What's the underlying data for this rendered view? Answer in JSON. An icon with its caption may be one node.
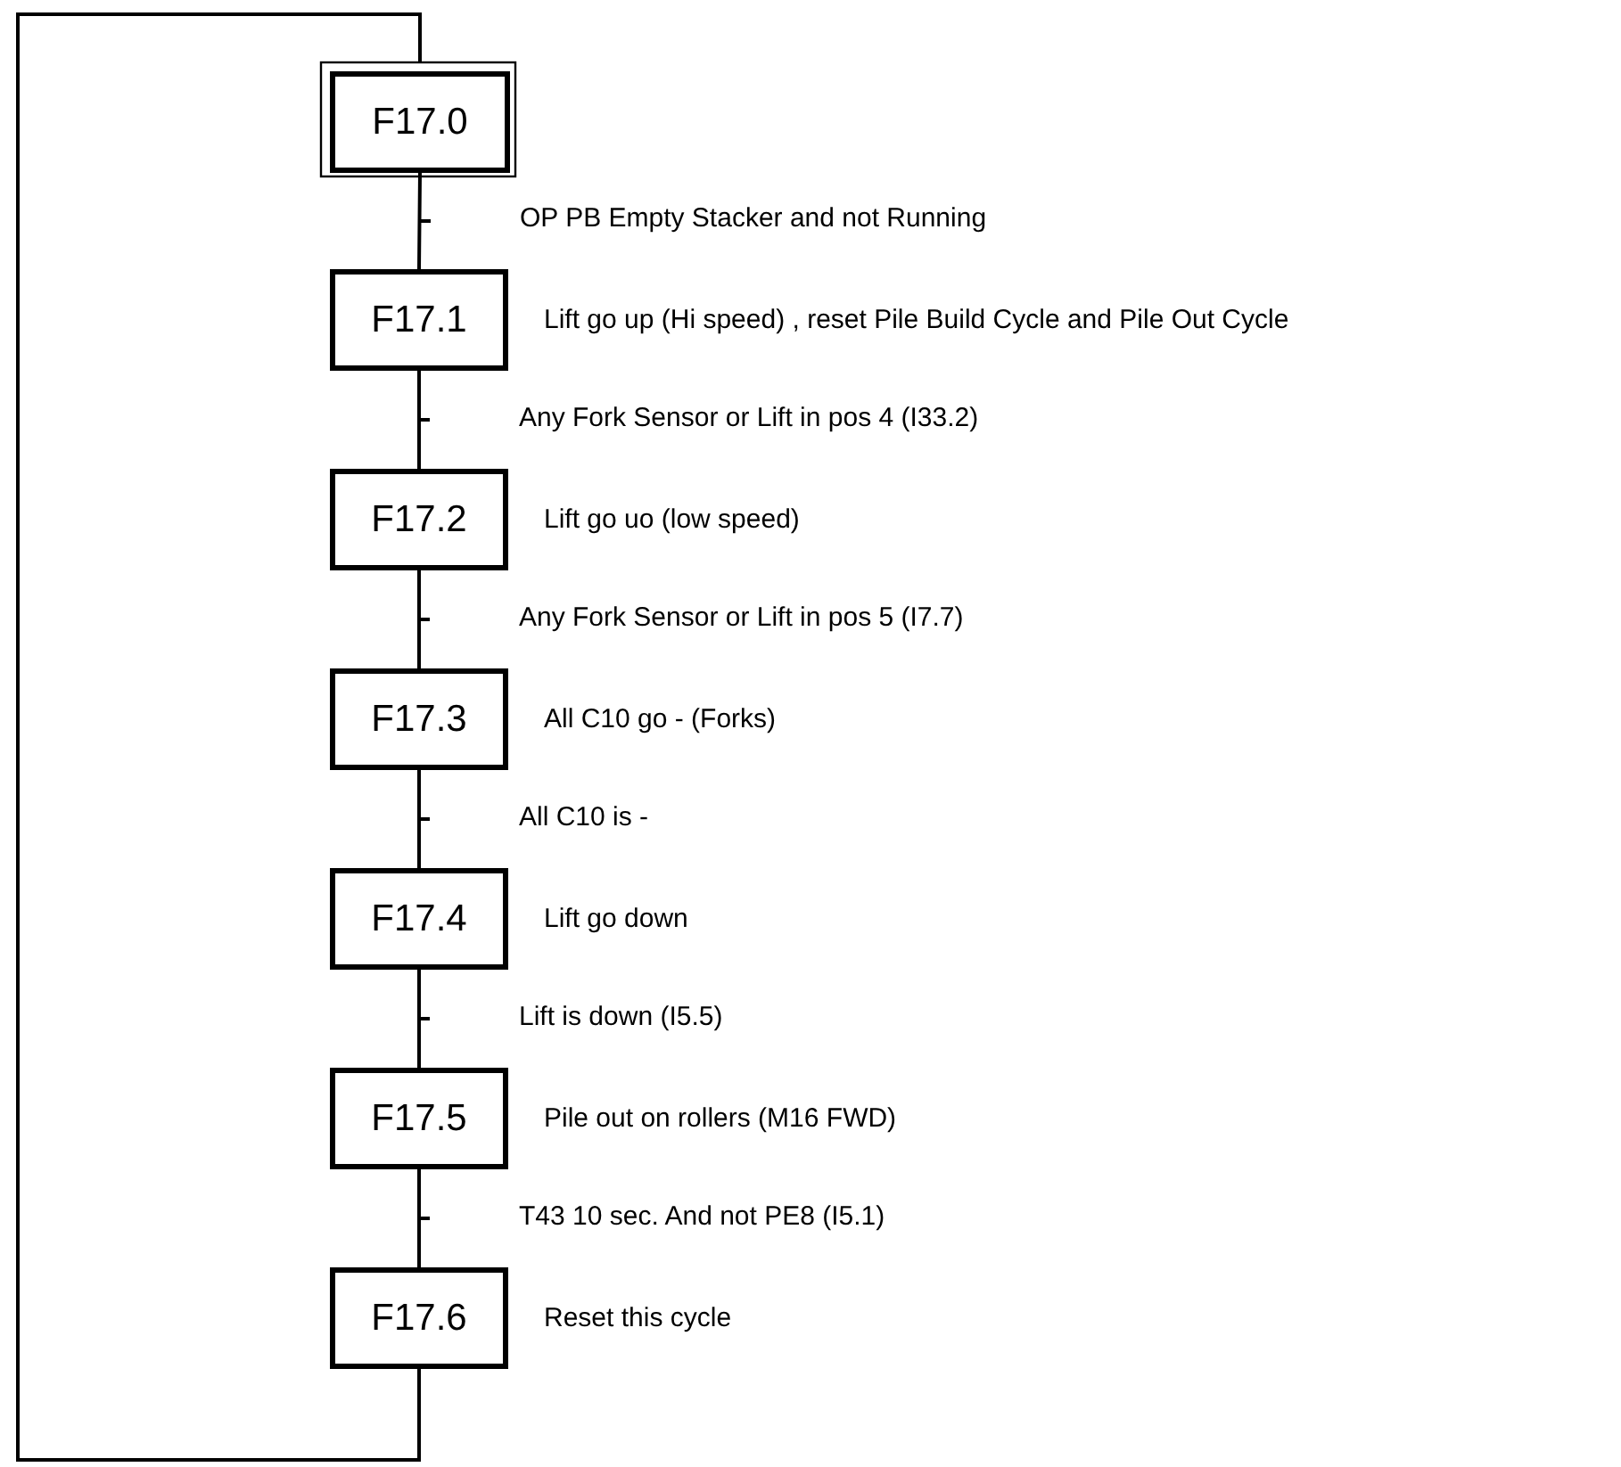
{
  "diagram": {
    "nodes": [
      {
        "text": [
          "F17.0"
        ]
      },
      {
        "text": [
          "F17.1"
        ],
        "beside": [
          "Lift go up (Hi speed) , reset Pile Build Cycle and Pile Out Cycle"
        ]
      },
      {
        "text": [
          "F17.2"
        ],
        "beside": [
          "Lift go uo (low speed)"
        ]
      },
      {
        "text": [
          "F17.3"
        ],
        "beside": [
          "All C10 go - (Forks)"
        ]
      },
      {
        "text": [
          "F17.4"
        ],
        "beside": [
          "Lift go down"
        ]
      },
      {
        "text": [
          "F17.5"
        ],
        "beside": [
          "Pile out on rollers (M16 FWD)"
        ]
      },
      {
        "text": [
          "F17.6"
        ],
        "beside": [
          "Reset this cycle"
        ]
      }
    ],
    "edges": [
      {
        "from": 0,
        "to": 1,
        "arrow": "none",
        "label": "OP PB Empty Stacker  and not Running"
      },
      {
        "from": 1,
        "to": 2,
        "arrow": "none",
        "label": "Any Fork Sensor or Lift in pos 4 (I33.2)"
      },
      {
        "from": 2,
        "to": 3,
        "arrow": "none",
        "label": "Any Fork Sensor or Lift in pos 5 (I7.7)"
      },
      {
        "from": 3,
        "to": 4,
        "arrow": "none",
        "label": "All C10 is -"
      },
      {
        "from": 4,
        "to": 5,
        "arrow": "none",
        "label": "Lift is down (I5.5)"
      },
      {
        "from": 5,
        "to": 6,
        "arrow": "none",
        "label": "T43 10 sec. And not PE8 (I5.1)"
      },
      {
        "from": 6,
        "to": 0,
        "arrow": "none"
      }
    ]
  }
}
